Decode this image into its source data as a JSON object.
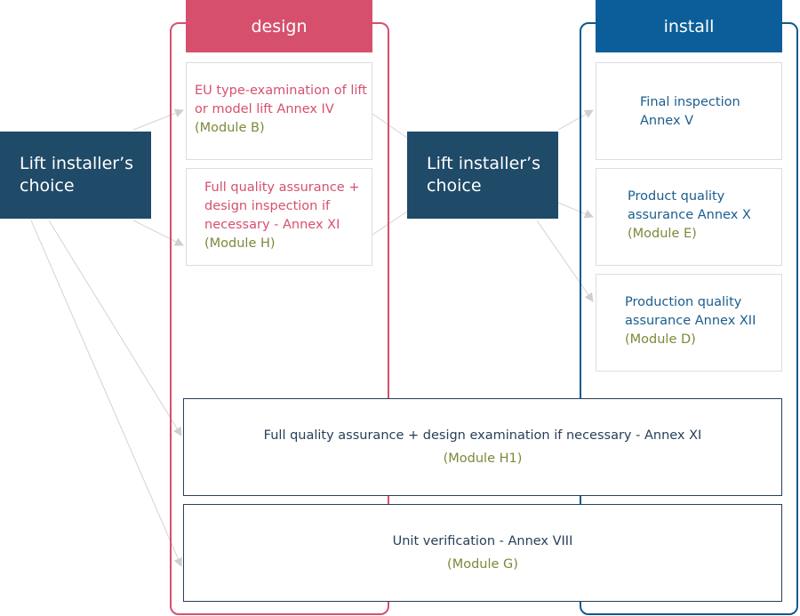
{
  "columns": {
    "design": {
      "label": "design",
      "color": "#d6506e"
    },
    "install": {
      "label": "install",
      "color": "#0b5e9a"
    }
  },
  "choices": {
    "left": {
      "line1": "Lift installer’s",
      "line2": "choice"
    },
    "middle": {
      "line1": "Lift installer’s",
      "line2": "choice"
    }
  },
  "design_cards": [
    {
      "lines": [
        "EU type-examination of lift",
        "or model lift Annex IV"
      ],
      "module": "(Module B)"
    },
    {
      "lines": [
        "Full quality assurance +",
        "design inspection if",
        "necessary - Annex XI"
      ],
      "module": "(Module H)"
    }
  ],
  "install_cards": [
    {
      "lines": [
        "Final inspection",
        "Annex V"
      ],
      "module": ""
    },
    {
      "lines": [
        "Product quality",
        "assurance Annex X"
      ],
      "module": "(Module E)"
    },
    {
      "lines": [
        "Production quality",
        "assurance Annex XII"
      ],
      "module": "(Module D)"
    }
  ],
  "wide_boxes": [
    {
      "text": "Full quality assurance + design examination if necessary - Annex XI",
      "module": "(Module H1)"
    },
    {
      "text": "Unit verification -  Annex VIII",
      "module": "(Module G)"
    }
  ],
  "colors": {
    "design_accent": "#d6506e",
    "install_accent": "#0b5e9a",
    "choice_box": "#1f4a68",
    "module_text": "#7a8a3a",
    "connector": "#d0d0d0"
  }
}
